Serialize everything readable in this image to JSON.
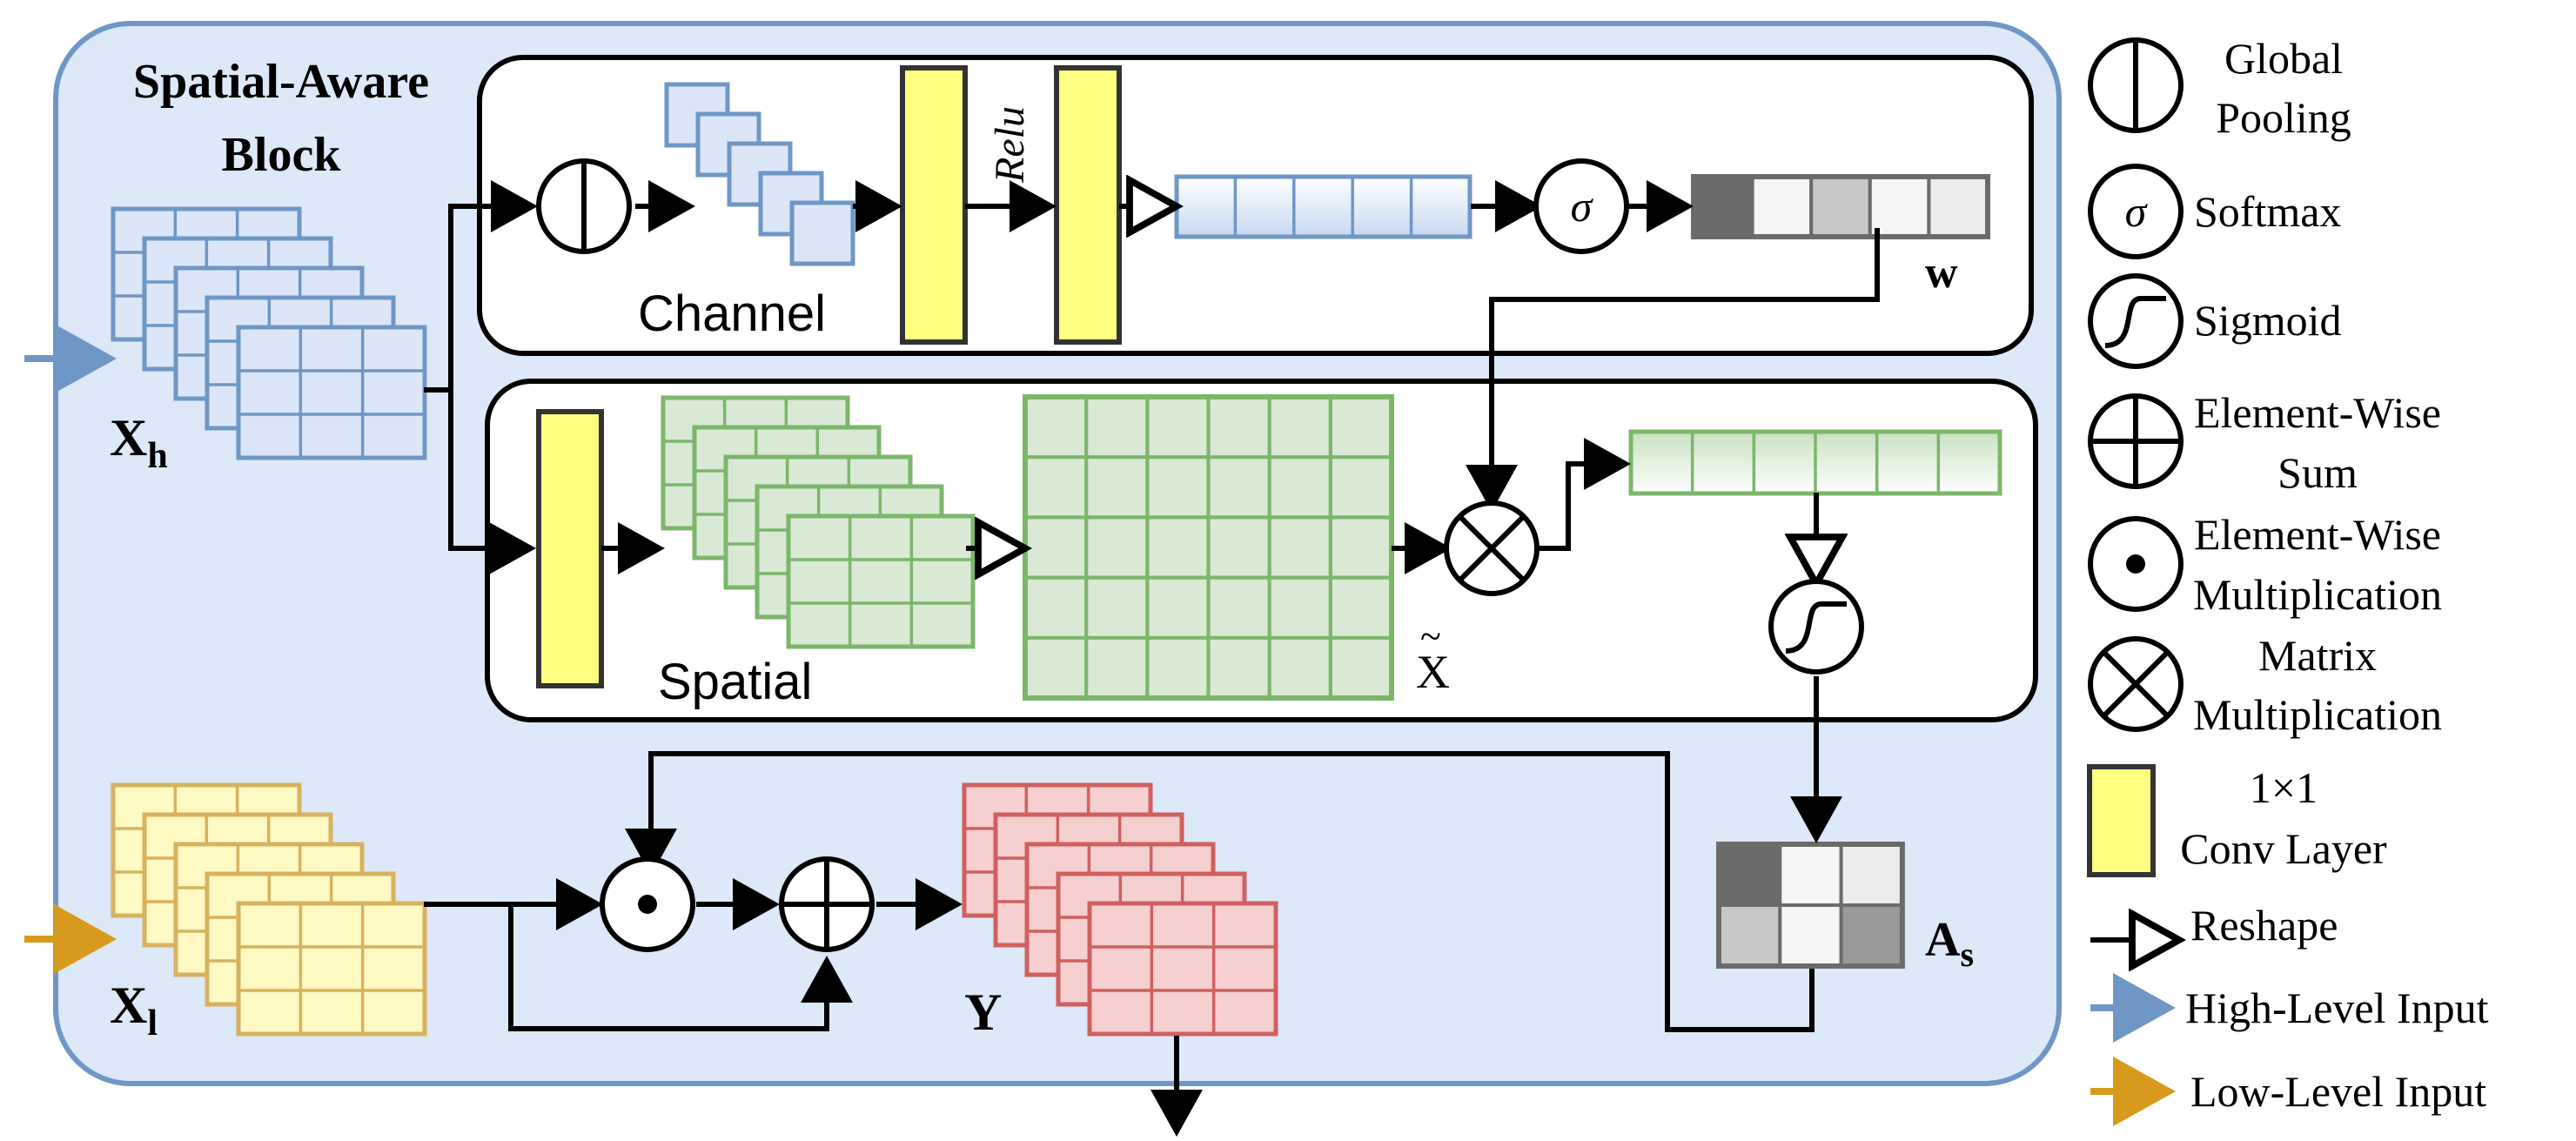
{
  "block": {
    "title_line1": "Spatial-Aware",
    "title_line2": "Block",
    "channel_label": "Channel",
    "spatial_label": "Spatial",
    "relu_label": "Relu",
    "sigma_symbol": "σ",
    "w_label": "w",
    "xtilde_label": "X",
    "xtilde_accent": "~"
  },
  "tensors": {
    "xh_main": "X",
    "xh_sub": "h",
    "xl_main": "X",
    "xl_sub": "l",
    "y_label": "Y",
    "as_main": "A",
    "as_sub": "s"
  },
  "legend": {
    "global_pooling_1": "Global",
    "global_pooling_2": "Pooling",
    "softmax": "Softmax",
    "sigmoid": "Sigmoid",
    "sum_1": "Element-Wise",
    "sum_2": "Sum",
    "mult_1": "Element-Wise",
    "mult_2": "Multiplication",
    "matmul_1": "Matrix",
    "matmul_2": "Multiplication",
    "conv_1": "1×1",
    "conv_2": "Conv Layer",
    "reshape": "Reshape",
    "high_input": "High-Level Input",
    "low_input": "Low-Level Input",
    "sigma_symbol": "σ"
  },
  "colors": {
    "block_bg": "#dde8f8",
    "block_border": "#6f97c6",
    "blue_fill": "#dbe7f8",
    "blue_stroke": "#6f97c6",
    "green_fill": "#d8ead4",
    "green_stroke": "#7cb66b",
    "yellow_fill": "#fff9c4",
    "yellow_stroke": "#d8b25e",
    "red_fill": "#f6cfcf",
    "red_stroke": "#d06060",
    "conv_fill": "#ffff80",
    "high_arrow": "#6f97c6",
    "low_arrow": "#d79a1c"
  }
}
